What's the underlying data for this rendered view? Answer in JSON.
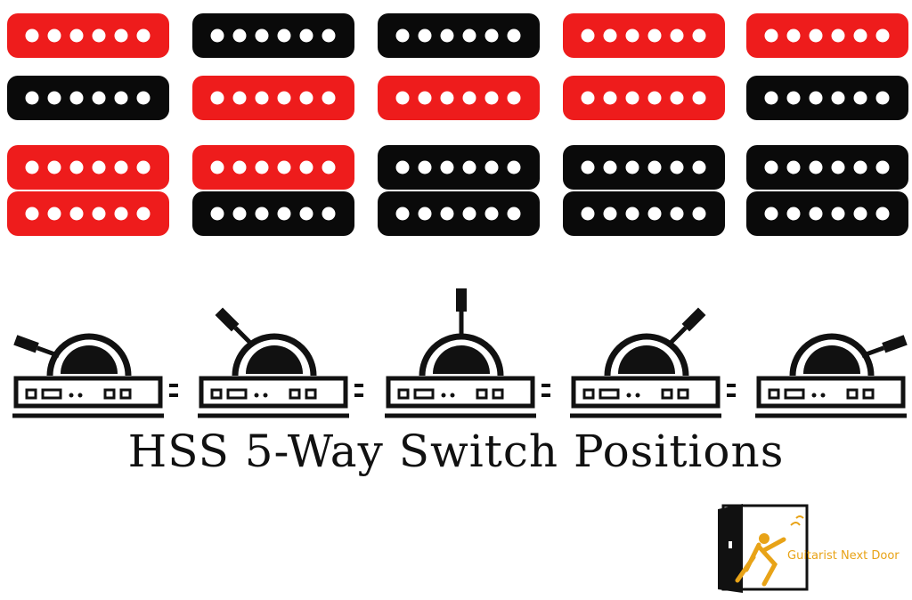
{
  "title": "HSS 5-Way Switch Positions",
  "colors": {
    "active": "#ee1c1c",
    "inactive": "#0a0a0a",
    "brand": "#e8a317"
  },
  "pickup_order": [
    "neck",
    "middle",
    "bridge"
  ],
  "positions": [
    {
      "position": 1,
      "switch_angle_deg": -70,
      "active": {
        "neck": true,
        "middle": false,
        "bridge_coil_1": true,
        "bridge_coil_2": true
      }
    },
    {
      "position": 2,
      "switch_angle_deg": -45,
      "active": {
        "neck": false,
        "middle": true,
        "bridge_coil_1": true,
        "bridge_coil_2": false
      }
    },
    {
      "position": 3,
      "switch_angle_deg": 0,
      "active": {
        "neck": false,
        "middle": true,
        "bridge_coil_1": false,
        "bridge_coil_2": false
      }
    },
    {
      "position": 4,
      "switch_angle_deg": 45,
      "active": {
        "neck": true,
        "middle": true,
        "bridge_coil_1": false,
        "bridge_coil_2": false
      }
    },
    {
      "position": 5,
      "switch_angle_deg": 70,
      "active": {
        "neck": true,
        "middle": false,
        "bridge_coil_1": false,
        "bridge_coil_2": false
      }
    }
  ],
  "brand": {
    "name": "Guitarist Next Door",
    "logo_icon": "door-guitarist-icon"
  }
}
